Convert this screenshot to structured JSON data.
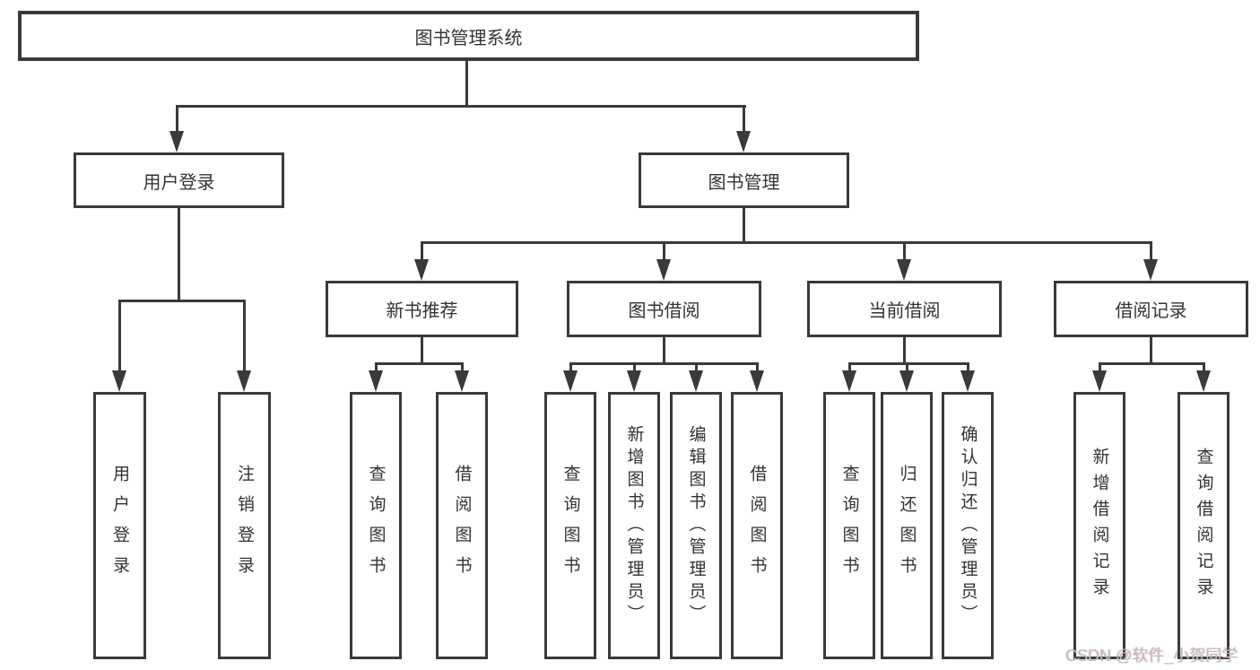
{
  "diagram": {
    "root": "图书管理系统",
    "level2": {
      "login": "用户登录",
      "mgmt": "图书管理"
    },
    "level3": {
      "newbook": "新书推荐",
      "borrow": "图书借阅",
      "current": "当前借阅",
      "records": "借阅记录"
    },
    "leaves": {
      "login1": "用户登录",
      "login2": "注销登录",
      "new1": "查询图书",
      "new2": "借阅图书",
      "bor1": "查询图书",
      "bor2": "新增图书（管理员）",
      "bor3": "编辑图书（管理员）",
      "bor4": "借阅图书",
      "cur1": "查询图书",
      "cur2": "归还图书",
      "cur3": "确认归还（管理员）",
      "rec1": "新增借阅记录",
      "rec2": "查询借阅记录"
    }
  },
  "watermark": "CSDN @软件_小贺同学",
  "colors": {
    "line": "#3a3a3a",
    "text": "#333333",
    "watermark": "#bfbdbd",
    "background": "#ffffff"
  }
}
